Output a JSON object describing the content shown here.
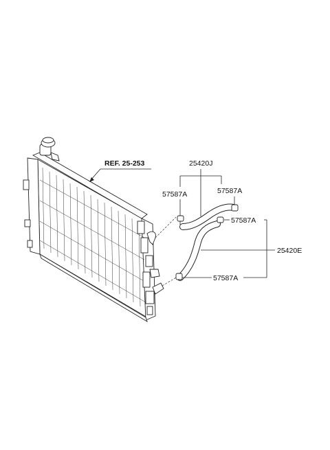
{
  "labels": {
    "ref": "REF. 25-253",
    "hose_assy_upper": "25420J",
    "hose_assy_lower": "25420E",
    "clamp_a": "57587A",
    "clamp_b": "57587A",
    "clamp_c": "57587A",
    "clamp_d": "57587A"
  }
}
